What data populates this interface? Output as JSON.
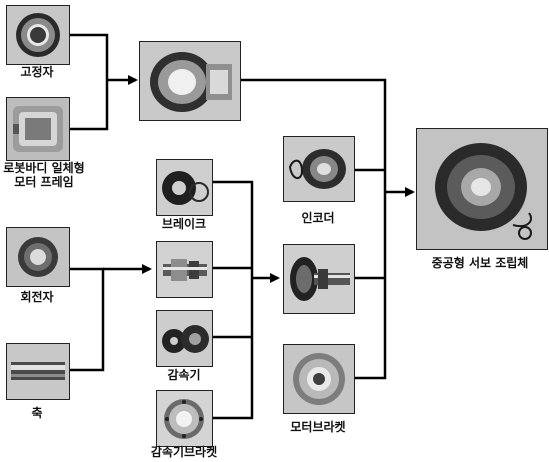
{
  "diagram": {
    "nodes": {
      "stator": {
        "label": "고정자"
      },
      "frame": {
        "line1": "로봇바디 일체형",
        "line2": "모터 프레임"
      },
      "rotor": {
        "label": "회전자"
      },
      "shaft": {
        "label": "축"
      },
      "stator_assembly": {
        "label": ""
      },
      "brake": {
        "label": "브레이크"
      },
      "reducer_input": {
        "label": ""
      },
      "reducer": {
        "label": "감속기"
      },
      "reducer_bracket": {
        "label": "감속기브라켓"
      },
      "encoder": {
        "label": "인코더"
      },
      "rotor_assembly": {
        "label": ""
      },
      "motor_bracket": {
        "label": "모터브라켓"
      },
      "final": {
        "label": "중공형 서보 조립체"
      }
    }
  }
}
